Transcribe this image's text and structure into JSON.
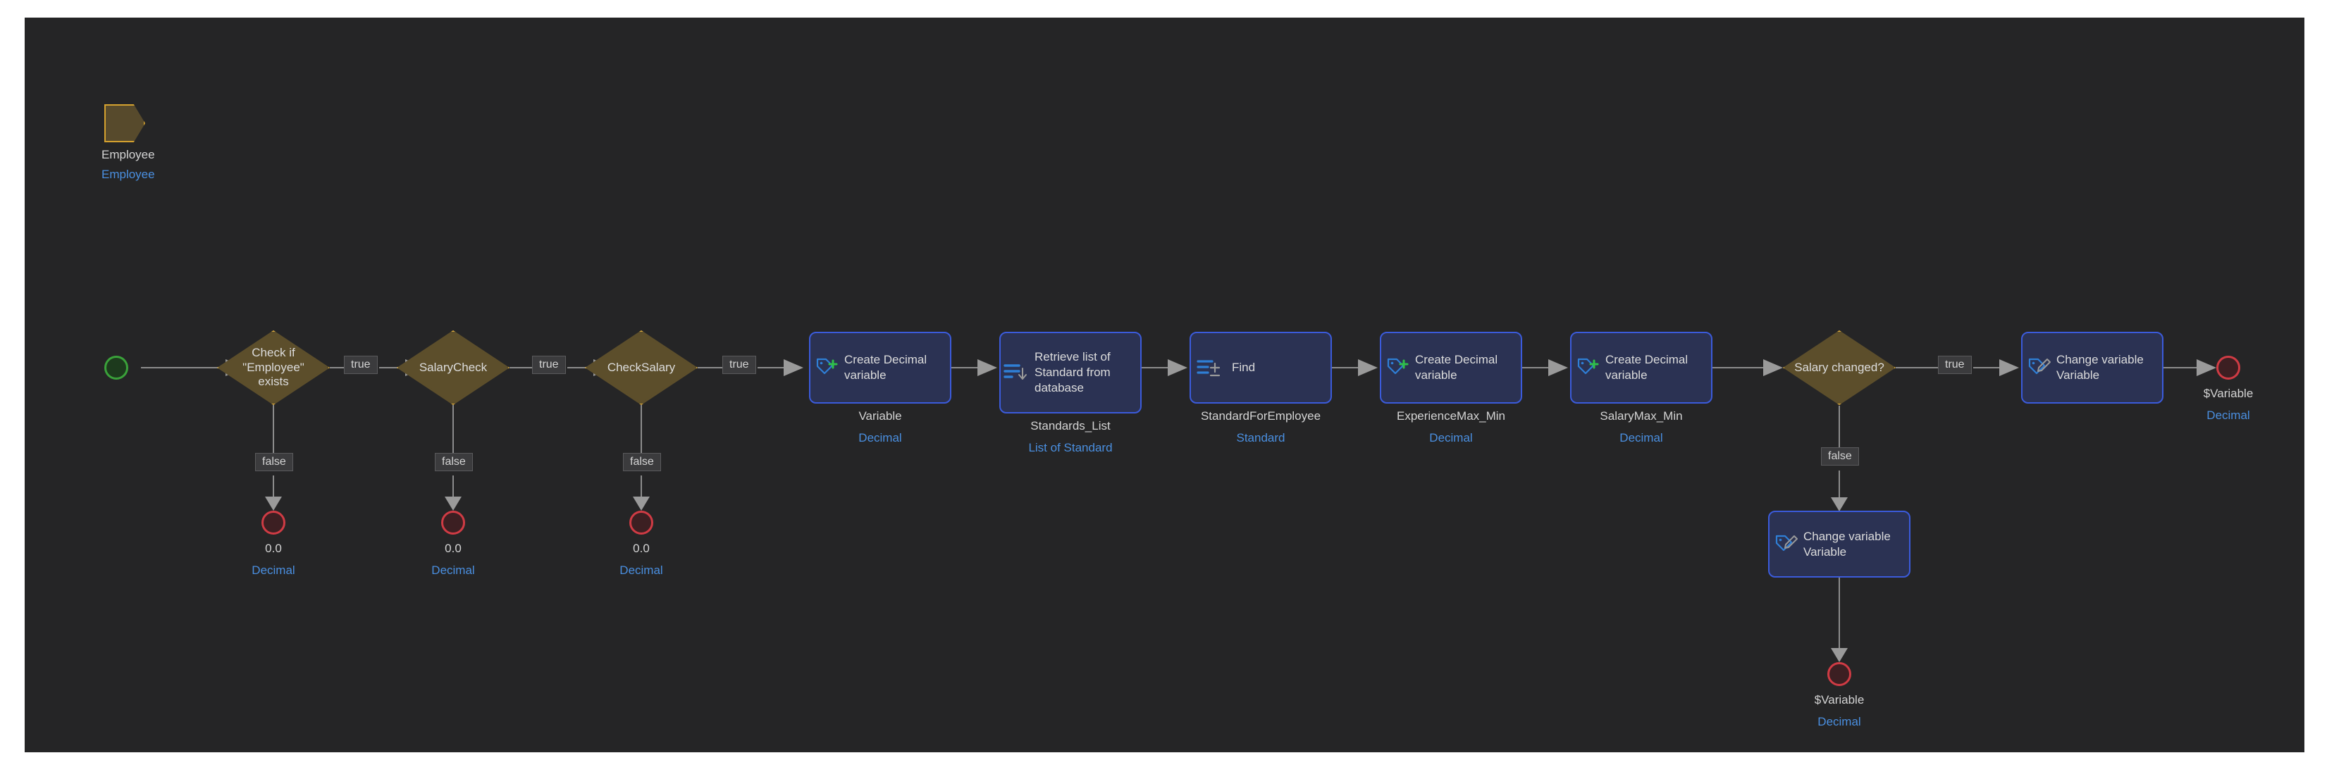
{
  "canvas": {
    "background": "#252526",
    "page_background": "#ffffff"
  },
  "colors": {
    "decision_fill": "#5c4e2b",
    "decision_border": "#d8a93c",
    "action_fill": "#2b3253",
    "action_border": "#3b5bdb",
    "start_border": "#3aa13a",
    "end_border": "#cf3b44",
    "type_text": "#4a8fe0",
    "label_text": "#d4d4d4",
    "edge": "#8c8c8c",
    "icon_blue": "#2f7fd6",
    "icon_green": "#2fbf4a",
    "icon_grey": "#9a9a9a"
  },
  "trigger": {
    "icon": "trigger-pentagon-icon",
    "name": "Employee",
    "type": "Employee"
  },
  "start": {
    "icon": "start-node-icon"
  },
  "decisions": [
    {
      "id": "check-employee-exists",
      "text": "Check if \"Employee\" exists",
      "true_label": "true",
      "false_label": "false"
    },
    {
      "id": "salary-check",
      "text": "SalaryCheck",
      "true_label": "true",
      "false_label": "false"
    },
    {
      "id": "check-salary",
      "text": "CheckSalary",
      "true_label": "true",
      "false_label": "false"
    },
    {
      "id": "salary-changed",
      "text": "Salary changed?",
      "true_label": "true",
      "false_label": "false"
    }
  ],
  "actions": [
    {
      "id": "create-variable",
      "icon": "tag-plus-icon",
      "text": "Create Decimal variable",
      "caption": "Variable",
      "type": "Decimal"
    },
    {
      "id": "retrieve-standards-list",
      "icon": "list-down-icon",
      "text": "Retrieve list of Standard from database",
      "caption": "Standards_List",
      "type": "List of Standard"
    },
    {
      "id": "find-standard",
      "icon": "list-plus-icon",
      "text": "Find",
      "caption": "StandardForEmployee",
      "type": "Standard"
    },
    {
      "id": "create-experience-max-min",
      "icon": "tag-plus-icon",
      "text": "Create Decimal variable",
      "caption": "ExperienceMax_Min",
      "type": "Decimal"
    },
    {
      "id": "create-salary-max-min",
      "icon": "tag-plus-icon",
      "text": "Create Decimal variable",
      "caption": "SalaryMax_Min",
      "type": "Decimal"
    },
    {
      "id": "change-variable-true",
      "icon": "tag-pencil-icon",
      "text": "Change variable Variable",
      "caption": "",
      "type": ""
    },
    {
      "id": "change-variable-false",
      "icon": "tag-pencil-icon",
      "text": "Change variable Variable",
      "caption": "",
      "type": ""
    }
  ],
  "ends": [
    {
      "id": "end-check-employee-false",
      "value": "0.0",
      "type": "Decimal"
    },
    {
      "id": "end-salary-check-false",
      "value": "0.0",
      "type": "Decimal"
    },
    {
      "id": "end-check-salary-false",
      "value": "0.0",
      "type": "Decimal"
    },
    {
      "id": "end-salary-changed-false",
      "value": "$Variable",
      "type": "Decimal"
    },
    {
      "id": "end-salary-changed-true",
      "value": "$Variable",
      "type": "Decimal"
    }
  ]
}
